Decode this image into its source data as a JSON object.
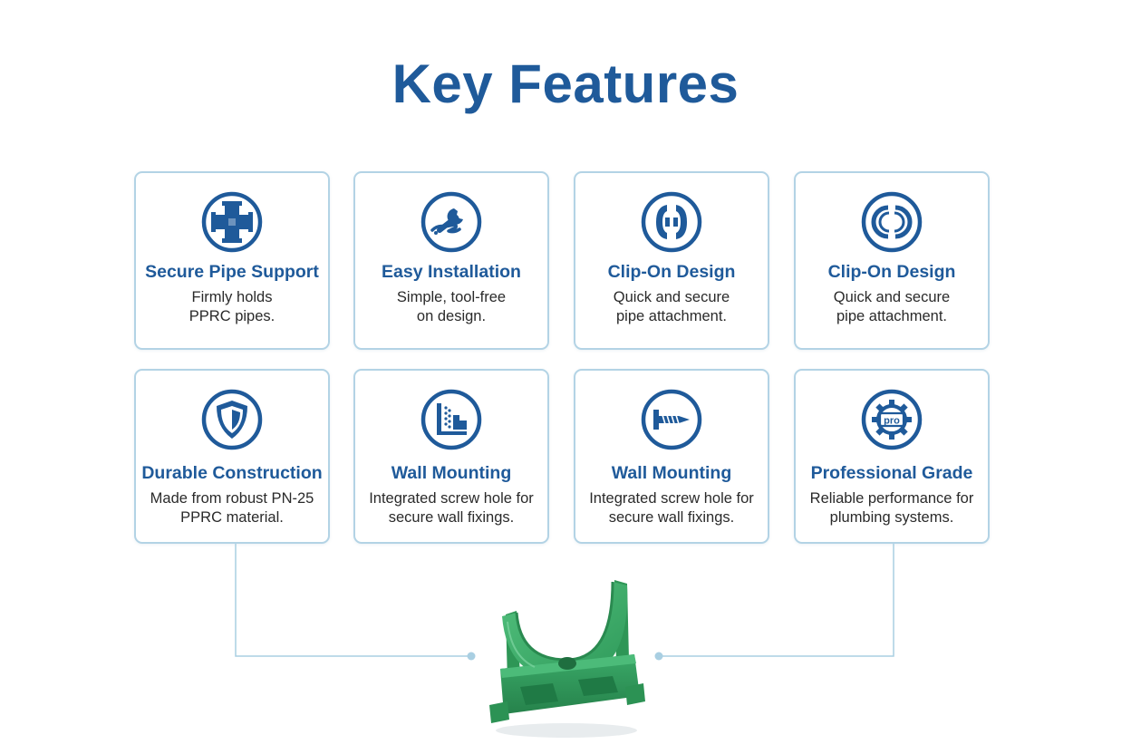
{
  "title": "Key Features",
  "colors": {
    "brand": "#1f5a9a",
    "card_border": "#b3d3e5",
    "connector": "#a9cfe2",
    "product_green": "#3bb16a"
  },
  "cards": [
    {
      "icon": "pipe-cross-icon",
      "title": "Secure Pipe Support",
      "lines": [
        "Firmly holds",
        "PPRC pipes."
      ]
    },
    {
      "icon": "wrench-hand-icon",
      "title": "Easy Installation",
      "lines": [
        "Simple, tool-free",
        "on design."
      ]
    },
    {
      "icon": "clip-icon",
      "title": "Clip-On Design",
      "lines": [
        "Quick and secure",
        "pipe attachment."
      ]
    },
    {
      "icon": "clip-ring-icon",
      "title": "Clip-On Design",
      "lines": [
        "Quick and secure",
        "pipe attachment."
      ]
    },
    {
      "icon": "shield-icon",
      "title": "Durable Construction",
      "lines": [
        "Made from robust PN-25",
        "PPRC material."
      ]
    },
    {
      "icon": "wall-bracket-icon",
      "title": "Wall Mounting",
      "lines": [
        "Integrated screw hole for",
        "secure wall fixings."
      ]
    },
    {
      "icon": "screw-icon",
      "title": "Wall Mounting",
      "lines": [
        "Integrated screw hole for",
        "secure wall fixings."
      ]
    },
    {
      "icon": "pro-gear-icon",
      "icon_text": "pro",
      "title": "Professional Grade",
      "lines": [
        "Reliable performance for",
        "plumbing systems."
      ]
    }
  ]
}
